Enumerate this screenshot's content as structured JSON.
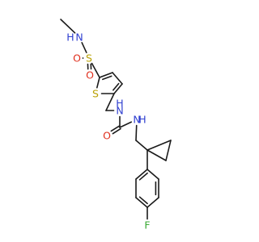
{
  "colors": {
    "bond": "#1a1a1a",
    "S": "#b8a000",
    "O": "#e0301e",
    "N": "#2f3fd0",
    "F": "#3aaa35",
    "H": "#2f3fd0"
  },
  "atoms": [
    {
      "id": "me",
      "element": "C",
      "label": ""
    },
    {
      "id": "n1",
      "element": "N",
      "label": "N"
    },
    {
      "id": "h1",
      "element": "H",
      "label": "H"
    },
    {
      "id": "s1",
      "element": "S",
      "label": "S"
    },
    {
      "id": "o1",
      "element": "O",
      "label": "O"
    },
    {
      "id": "o2",
      "element": "O",
      "label": "O"
    },
    {
      "id": "c2",
      "element": "C",
      "label": ""
    },
    {
      "id": "c3",
      "element": "C",
      "label": ""
    },
    {
      "id": "c4",
      "element": "C",
      "label": ""
    },
    {
      "id": "c5",
      "element": "C",
      "label": ""
    },
    {
      "id": "s2",
      "element": "S",
      "label": "S"
    },
    {
      "id": "ch2a",
      "element": "C",
      "label": ""
    },
    {
      "id": "n2",
      "element": "N",
      "label": "N"
    },
    {
      "id": "h2",
      "element": "H",
      "label": "H"
    },
    {
      "id": "cu",
      "element": "C",
      "label": ""
    },
    {
      "id": "o3",
      "element": "O",
      "label": "O"
    },
    {
      "id": "n3",
      "element": "N",
      "label": "N"
    },
    {
      "id": "h3",
      "element": "H",
      "label": "H"
    },
    {
      "id": "ch2b",
      "element": "C",
      "label": ""
    },
    {
      "id": "cq",
      "element": "C",
      "label": ""
    },
    {
      "id": "cpa",
      "element": "C",
      "label": ""
    },
    {
      "id": "cpb",
      "element": "C",
      "label": ""
    },
    {
      "id": "a1",
      "element": "C",
      "label": ""
    },
    {
      "id": "a2",
      "element": "C",
      "label": ""
    },
    {
      "id": "a3",
      "element": "C",
      "label": ""
    },
    {
      "id": "a4",
      "element": "C",
      "label": ""
    },
    {
      "id": "a5",
      "element": "C",
      "label": ""
    },
    {
      "id": "a6",
      "element": "C",
      "label": ""
    },
    {
      "id": "f1",
      "element": "F",
      "label": "F"
    }
  ],
  "bonds": [
    {
      "a": "me",
      "b": "n1",
      "order": 1
    },
    {
      "a": "n1",
      "b": "s1",
      "order": 1
    },
    {
      "a": "s1",
      "b": "o1",
      "order": 2
    },
    {
      "a": "s1",
      "b": "o2",
      "order": 2
    },
    {
      "a": "s1",
      "b": "c2",
      "order": 1
    },
    {
      "a": "c2",
      "b": "c3",
      "order": 2
    },
    {
      "a": "c3",
      "b": "c4",
      "order": 1
    },
    {
      "a": "c4",
      "b": "c5",
      "order": 2
    },
    {
      "a": "c5",
      "b": "s2",
      "order": 1
    },
    {
      "a": "s2",
      "b": "c2",
      "order": 1
    },
    {
      "a": "c5",
      "b": "ch2a",
      "order": 1
    },
    {
      "a": "ch2a",
      "b": "n2",
      "order": 1
    },
    {
      "a": "n2",
      "b": "cu",
      "order": 1
    },
    {
      "a": "cu",
      "b": "o3",
      "order": 2
    },
    {
      "a": "cu",
      "b": "n3",
      "order": 1
    },
    {
      "a": "n3",
      "b": "ch2b",
      "order": 1
    },
    {
      "a": "ch2b",
      "b": "cq",
      "order": 1
    },
    {
      "a": "cq",
      "b": "cpa",
      "order": 1
    },
    {
      "a": "cq",
      "b": "cpb",
      "order": 1
    },
    {
      "a": "cpa",
      "b": "cpb",
      "order": 1
    },
    {
      "a": "cq",
      "b": "a1",
      "order": 1
    },
    {
      "a": "a1",
      "b": "a2",
      "order": 2
    },
    {
      "a": "a2",
      "b": "a3",
      "order": 1
    },
    {
      "a": "a3",
      "b": "a4",
      "order": 2
    },
    {
      "a": "a4",
      "b": "a5",
      "order": 1
    },
    {
      "a": "a5",
      "b": "a6",
      "order": 2
    },
    {
      "a": "a6",
      "b": "a1",
      "order": 1
    },
    {
      "a": "a4",
      "b": "f1",
      "order": 1
    }
  ]
}
